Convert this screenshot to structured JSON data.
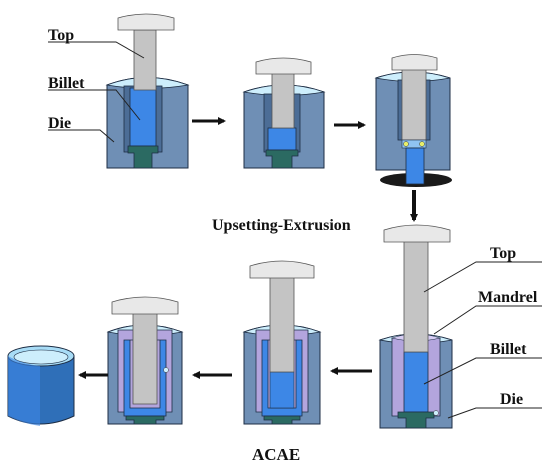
{
  "labels": {
    "top": "Top",
    "billet": "Billet",
    "die": "Die",
    "upsetting_extrusion": "Upsetting-Extrusion",
    "top_2": "Top",
    "mandrel": "Mandrel",
    "billet_2": "Billet",
    "die_2": "Die",
    "acae": "ACAE"
  },
  "colors": {
    "die_body": "#6f8fb5",
    "die_top": "#cdeefc",
    "punch": "#c4c4c4",
    "punch_dark": "#8e8e8e",
    "billet": "#3d87e6",
    "billet_light": "#8fc3f2",
    "base_insert": "#2b6a62",
    "mandrel": "#b3a5dd",
    "mandrel_light": "#d7cdf4",
    "arrow": "#111111",
    "outline": "#1d2d44"
  }
}
